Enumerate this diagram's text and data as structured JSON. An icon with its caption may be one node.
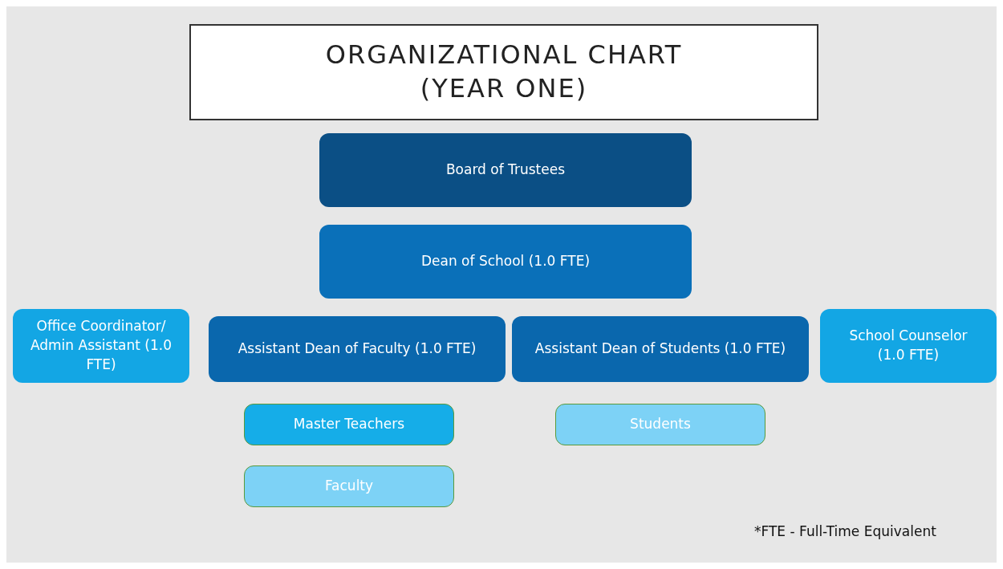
{
  "diagram": {
    "title": "ORGANIZATIONAL CHART (YEAR ONE)",
    "nodes": [
      {
        "text": [
          "Board of Trustees"
        ]
      },
      {
        "text": [
          "Dean of School (1.0 FTE)"
        ]
      },
      {
        "text": [
          "Office Coordinator/ Admin Assistant (1.0 FTE)"
        ]
      },
      {
        "text": [
          "Assistant Dean of Faculty (1.0 FTE)"
        ]
      },
      {
        "text": [
          "Assistant Dean of Students (1.0 FTE)"
        ]
      },
      {
        "text": [
          "School Counselor (1.0 FTE)"
        ]
      },
      {
        "text": [
          "Master Teachers"
        ]
      },
      {
        "text": [
          "Students"
        ]
      },
      {
        "text": [
          "Faculty"
        ]
      }
    ],
    "labels": [
      "*FTE -  Full-Time Equivalent"
    ]
  }
}
